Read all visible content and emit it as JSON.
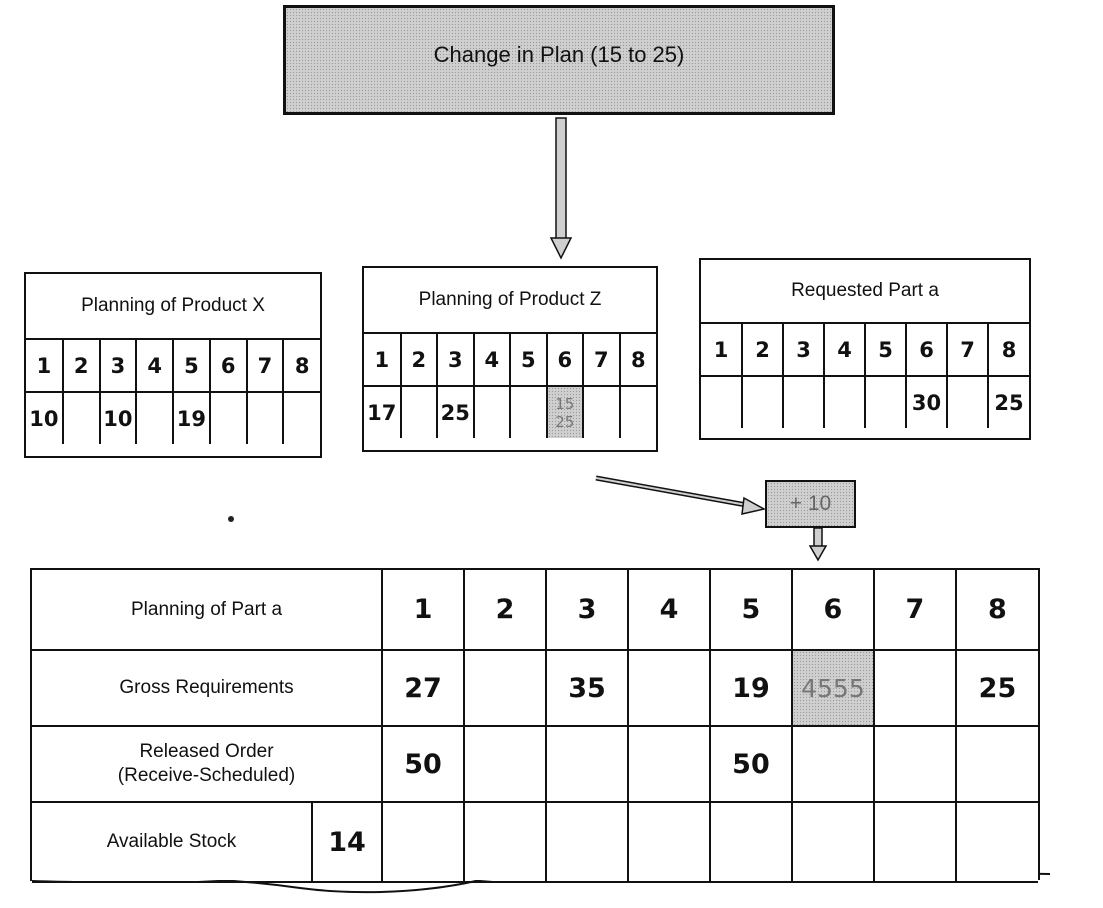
{
  "top_box": {
    "text": "Change in Plan (15 to 25)"
  },
  "product_x": {
    "title": "Planning of Product X",
    "periods": [
      "1",
      "2",
      "3",
      "4",
      "5",
      "6",
      "7",
      "8"
    ],
    "values": [
      "10",
      "",
      "10",
      "",
      "19",
      "",
      "",
      ""
    ]
  },
  "product_z": {
    "title": "Planning of Product Z",
    "periods": [
      "1",
      "2",
      "3",
      "4",
      "5",
      "6",
      "7",
      "8"
    ],
    "values": [
      "17",
      "",
      "25",
      "",
      "",
      "15\n25",
      "",
      ""
    ],
    "changed_period": "6"
  },
  "requested_part": {
    "title": "Requested Part a",
    "periods": [
      "1",
      "2",
      "3",
      "4",
      "5",
      "6",
      "7",
      "8"
    ],
    "values": [
      "",
      "",
      "",
      "",
      "",
      "30",
      "",
      "25"
    ]
  },
  "delta_box": {
    "text": "+ 10"
  },
  "part_a": {
    "title": "Planning of Part a",
    "periods": [
      "1",
      "2",
      "3",
      "4",
      "5",
      "6",
      "7",
      "8"
    ],
    "gross_label": "Gross Requirements",
    "gross_values": [
      "27",
      "",
      "35",
      "",
      "19",
      "4555",
      "",
      "25"
    ],
    "released_label": "Released Order\n(Receive-Scheduled)",
    "released_values": [
      "50",
      "",
      "",
      "",
      "50",
      "",
      "",
      ""
    ],
    "stock_label": "Available Stock",
    "stock_initial": "14",
    "stock_values": [
      "",
      "",
      "",
      "",
      "",
      "",
      "",
      ""
    ]
  },
  "colors": {
    "line": "#111111",
    "shade": "#cfcfcf",
    "grey_text": "#777777"
  }
}
